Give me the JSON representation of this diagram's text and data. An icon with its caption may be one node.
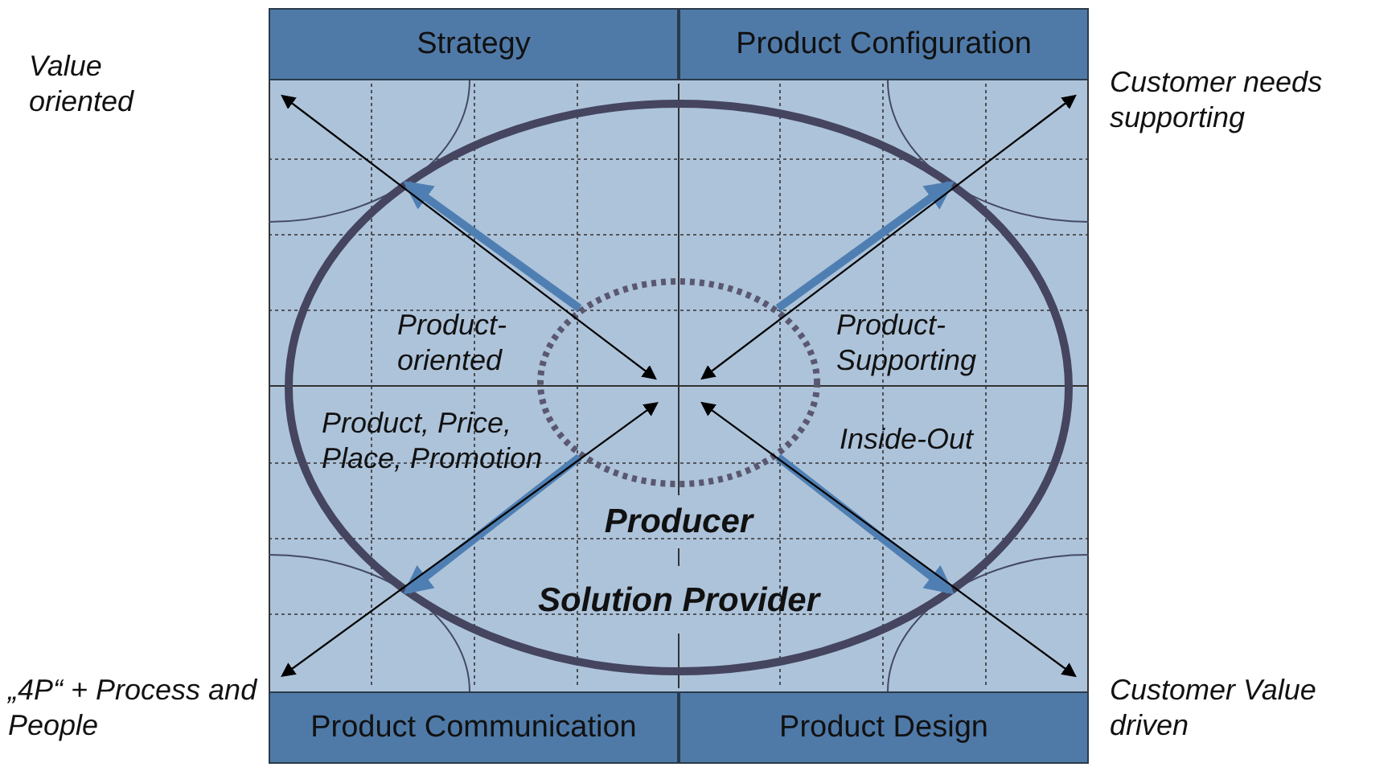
{
  "diagram": {
    "nodes": [
      {
        "text": [
          "Strategy"
        ]
      },
      {
        "text": [
          "Product Configuration"
        ]
      },
      {
        "text": [
          "Solution Provider"
        ]
      },
      {
        "text": [
          "Producer"
        ],
        "in": 2
      },
      {
        "text": [
          "Product Communication"
        ]
      },
      {
        "text": [
          "Product Design"
        ]
      }
    ],
    "edges": [
      {
        "from": 3,
        "to": 2,
        "arrow": "to",
        "style": "thick",
        "color": "#4f7fb2"
      },
      {
        "from": 3,
        "to": 2,
        "arrow": "to",
        "style": "thick",
        "color": "#4f7fb2"
      },
      {
        "from": 3,
        "to": 2,
        "arrow": "to",
        "style": "thick",
        "color": "#4f7fb2"
      },
      {
        "from": 3,
        "to": 2,
        "arrow": "to",
        "style": "thick",
        "color": "#4f7fb2"
      },
      {
        "from": 3,
        "to": 0,
        "arrow": "both",
        "color": "#000000"
      },
      {
        "from": 3,
        "to": 1,
        "arrow": "both",
        "color": "#000000"
      },
      {
        "from": 3,
        "to": 4,
        "arrow": "both",
        "color": "#000000"
      },
      {
        "from": 3,
        "to": 5,
        "arrow": "both",
        "color": "#000000"
      }
    ],
    "labels": [
      "Value oriented",
      "Customer needs supporting",
      "Product-oriented",
      "Product-Supporting",
      "Product, Price, Place, Promotion",
      "Inside-Out",
      "„4P“ + Process and People",
      "Customer Value driven"
    ]
  }
}
